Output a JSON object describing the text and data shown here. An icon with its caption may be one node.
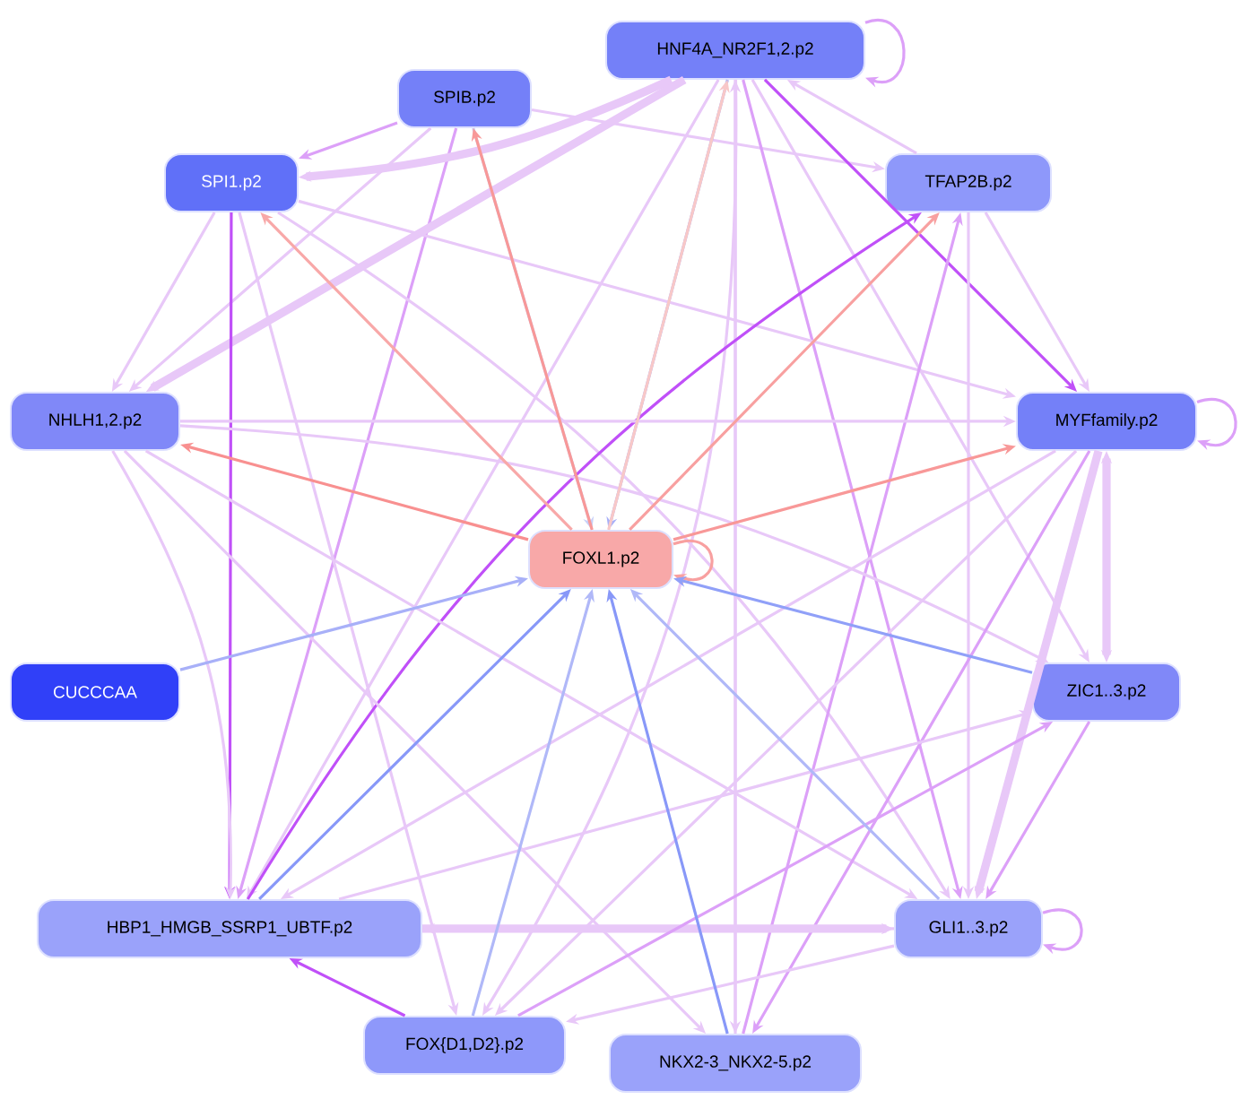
{
  "diagram": {
    "nodes": [
      {
        "text": [
          "SPIB.p2"
        ]
      },
      {
        "text": [
          "HNF4A_NR2F1,2.p2"
        ]
      },
      {
        "text": [
          "SPI1.p2"
        ]
      },
      {
        "text": [
          "TFAP2B.p2"
        ]
      },
      {
        "text": [
          "NHLH1,2.p2"
        ]
      },
      {
        "text": [
          "MYFfamily.p2"
        ]
      },
      {
        "text": [
          "FOXL1.p2"
        ]
      },
      {
        "text": [
          "CUCCCAA"
        ]
      },
      {
        "text": [
          "ZIC1..3.p2"
        ]
      },
      {
        "text": [
          "HBP1_HMGB_SSRP1_UBTF.p2"
        ]
      },
      {
        "text": [
          "GLI1..3.p2"
        ]
      },
      {
        "text": [
          "FOX{D1,D2}.p2"
        ]
      },
      {
        "text": [
          "NKX2-3_NKX2-5.p2"
        ]
      }
    ],
    "edges": [
      {
        "from": 0,
        "to": 2,
        "arrow": "to",
        "color": "#dca0f8"
      },
      {
        "from": 0,
        "to": 4,
        "arrow": "to"
      },
      {
        "from": 0,
        "to": 9,
        "arrow": "to",
        "color": "#dca0f8"
      },
      {
        "from": 0,
        "to": 3,
        "arrow": "to"
      },
      {
        "from": 0,
        "to": 6,
        "arrow": "to",
        "color": "#c8d0f8"
      },
      {
        "from": 1,
        "to": 1,
        "arrow": "to",
        "color": "#dca0f8"
      },
      {
        "from": 1,
        "to": 2,
        "arrow": "to",
        "style": "thick"
      },
      {
        "from": 1,
        "to": 4,
        "arrow": "to",
        "style": "thick"
      },
      {
        "from": 1,
        "to": 9,
        "arrow": "to"
      },
      {
        "from": 1,
        "to": 6,
        "arrow": "to",
        "color": "#a8b0f8"
      },
      {
        "from": 1,
        "to": 11,
        "arrow": "to"
      },
      {
        "from": 1,
        "to": 12,
        "arrow": "to"
      },
      {
        "from": 1,
        "to": 10,
        "arrow": "to",
        "color": "#dca0f8"
      },
      {
        "from": 1,
        "to": 5,
        "arrow": "to",
        "color": "#c050f8"
      },
      {
        "from": 1,
        "to": 8,
        "arrow": "to"
      },
      {
        "from": 3,
        "to": 1,
        "arrow": "to"
      },
      {
        "from": 12,
        "to": 1,
        "arrow": "to"
      },
      {
        "from": 2,
        "to": 4,
        "arrow": "to"
      },
      {
        "from": 2,
        "to": 9,
        "arrow": "to",
        "color": "#c050f8"
      },
      {
        "from": 2,
        "to": 11,
        "arrow": "to"
      },
      {
        "from": 2,
        "to": 5,
        "arrow": "to"
      },
      {
        "from": 2,
        "to": 10,
        "arrow": "to"
      },
      {
        "from": 3,
        "to": 5,
        "arrow": "to"
      },
      {
        "from": 3,
        "to": 10,
        "arrow": "to"
      },
      {
        "from": 9,
        "to": 3,
        "arrow": "to",
        "color": "#c050f8"
      },
      {
        "from": 12,
        "to": 3,
        "arrow": "to",
        "color": "#dca0f8"
      },
      {
        "from": 4,
        "to": 5,
        "arrow": "to"
      },
      {
        "from": 4,
        "to": 8,
        "arrow": "to"
      },
      {
        "from": 4,
        "to": 9,
        "arrow": "to"
      },
      {
        "from": 4,
        "to": 10,
        "arrow": "to"
      },
      {
        "from": 4,
        "to": 12,
        "arrow": "to"
      },
      {
        "from": 5,
        "to": 5,
        "arrow": "to",
        "color": "#dca0f8"
      },
      {
        "from": 5,
        "to": 8,
        "arrow": "both",
        "style": "thick"
      },
      {
        "from": 5,
        "to": 9,
        "arrow": "to"
      },
      {
        "from": 5,
        "to": 11,
        "arrow": "to"
      },
      {
        "from": 5,
        "to": 10,
        "arrow": "to",
        "style": "thick"
      },
      {
        "from": 5,
        "to": 12,
        "arrow": "to",
        "color": "#dca0f8"
      },
      {
        "from": 8,
        "to": 10,
        "arrow": "to",
        "color": "#dca0f8"
      },
      {
        "from": 9,
        "to": 8,
        "arrow": "to"
      },
      {
        "from": 9,
        "to": 10,
        "arrow": "to",
        "style": "thick"
      },
      {
        "from": 10,
        "to": 9,
        "arrow": "to"
      },
      {
        "from": 10,
        "to": 10,
        "arrow": "to",
        "color": "#dca0f8"
      },
      {
        "from": 11,
        "to": 9,
        "arrow": "to",
        "color": "#c050f8"
      },
      {
        "from": 11,
        "to": 8,
        "arrow": "to",
        "color": "#dca0f8"
      },
      {
        "from": 10,
        "to": 11,
        "arrow": "to"
      },
      {
        "from": 6,
        "to": 0,
        "arrow": "to",
        "color": "#f89898"
      },
      {
        "from": 6,
        "to": 2,
        "arrow": "to",
        "color": "#f8a8a8"
      },
      {
        "from": 6,
        "to": 4,
        "arrow": "to",
        "color": "#f89090"
      },
      {
        "from": 6,
        "to": 3,
        "arrow": "to",
        "color": "#f8a0a0"
      },
      {
        "from": 6,
        "to": 5,
        "arrow": "to",
        "color": "#f89898"
      },
      {
        "from": 6,
        "to": 6,
        "arrow": "to",
        "color": "#f8a0a0"
      },
      {
        "from": 6,
        "to": 1,
        "arrow": "to",
        "color": "#f8c8c8"
      },
      {
        "from": 7,
        "to": 6,
        "arrow": "to",
        "color": "#a8b0f8"
      },
      {
        "from": 9,
        "to": 6,
        "arrow": "to",
        "color": "#8898f8"
      },
      {
        "from": 11,
        "to": 6,
        "arrow": "to",
        "color": "#b0b8f8"
      },
      {
        "from": 12,
        "to": 6,
        "arrow": "to",
        "color": "#8898f8"
      },
      {
        "from": 10,
        "to": 6,
        "arrow": "to",
        "color": "#b0b8f8"
      },
      {
        "from": 8,
        "to": 6,
        "arrow": "to",
        "color": "#90a0f8"
      }
    ]
  }
}
